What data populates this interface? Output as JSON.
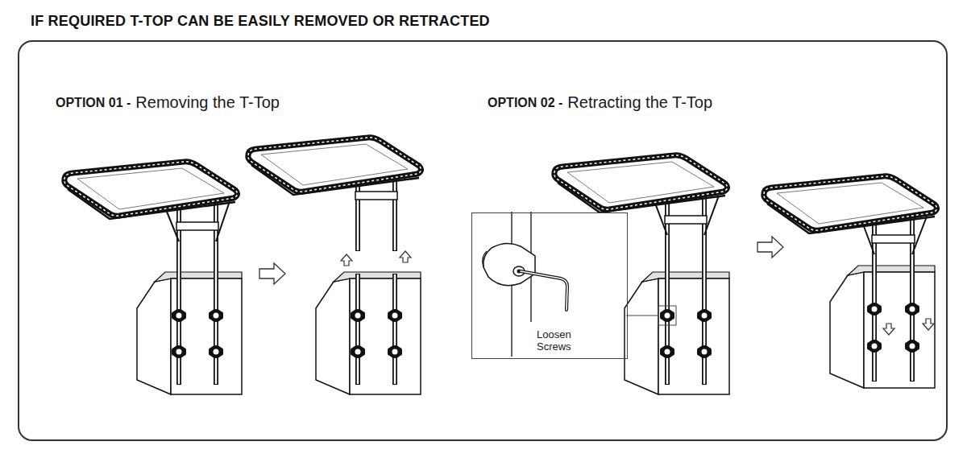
{
  "diagram": {
    "title": "IF REQUIRED T-TOP CAN BE EASILY REMOVED OR RETRACTED",
    "nodes": [
      {
        "text": [
          "OPTION 01 -",
          "Removing the T-Top",
          "OPTION 02 -",
          "Retracting the T-Top"
        ]
      },
      {
        "text": [
          "Loosen Screws"
        ],
        "in": 0
      }
    ]
  }
}
